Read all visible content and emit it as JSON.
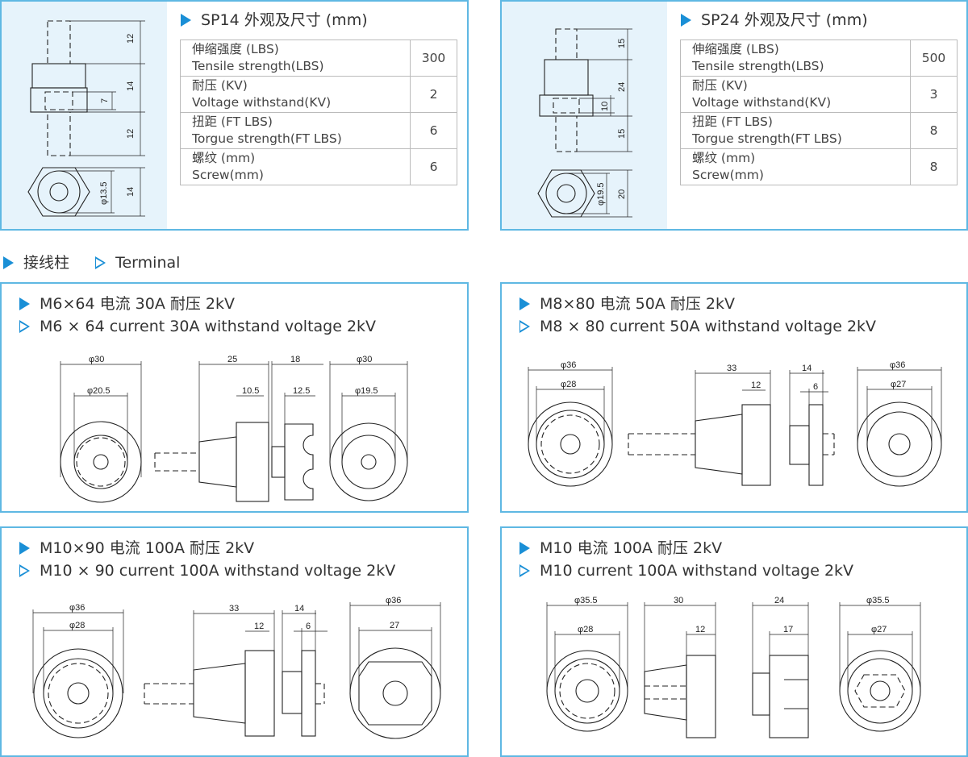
{
  "colors": {
    "accent": "#1a8fd6",
    "border": "#5fb8e3",
    "drawing_bg": "#e6f3fb"
  },
  "sp14": {
    "title": "SP14 外观及尺寸 (mm)",
    "rows": [
      {
        "cn": "伸缩强度 (LBS)",
        "en": "Tensile strength(LBS)",
        "value": "300"
      },
      {
        "cn": "耐压 (KV)",
        "en": "Voltage withstand(KV)",
        "value": "2"
      },
      {
        "cn": "扭距 (FT LBS)",
        "en": "Torgue strength(FT LBS)",
        "value": "6"
      },
      {
        "cn": "螺纹 (mm)",
        "en": "Screw(mm)",
        "value": "6"
      }
    ],
    "dims": {
      "top": "12",
      "mid": "14",
      "inner": "7",
      "bottom": "12",
      "dia": "φ13.5",
      "hex": "14"
    }
  },
  "sp24": {
    "title": "SP24 外观及尺寸 (mm)",
    "rows": [
      {
        "cn": "伸缩强度 (LBS)",
        "en": "Tensile strength(LBS)",
        "value": "500"
      },
      {
        "cn": "耐压 (KV)",
        "en": "Voltage withstand(KV)",
        "value": "3"
      },
      {
        "cn": "扭距 (FT LBS)",
        "en": "Torgue strength(FT LBS)",
        "value": "8"
      },
      {
        "cn": "螺纹 (mm)",
        "en": "Screw(mm)",
        "value": "8"
      }
    ],
    "dims": {
      "top": "15",
      "mid": "24",
      "inner": "10",
      "bottom": "15",
      "dia": "φ19.5",
      "hex": "20"
    }
  },
  "terminal_heading": {
    "cn": "接线柱",
    "en": "Terminal"
  },
  "terminals": [
    {
      "cn": "M6×64  电流 30A  耐压 2kV",
      "en": "M6 × 64 current 30A withstand voltage 2kV",
      "dims": [
        "φ30",
        "φ20.5",
        "25",
        "10.5",
        "18",
        "12.5",
        "φ30",
        "φ19.5"
      ]
    },
    {
      "cn": "M8×80  电流 50A  耐压 2kV",
      "en": "M8 × 80 current 50A withstand voltage 2kV",
      "dims": [
        "φ36",
        "φ28",
        "33",
        "12",
        "14",
        "6",
        "φ36",
        "φ27"
      ]
    },
    {
      "cn": "M10×90  电流 100A  耐压 2kV",
      "en": "M10 × 90 current 100A withstand voltage 2kV",
      "dims": [
        "φ36",
        "φ28",
        "33",
        "12",
        "14",
        "6",
        "φ36",
        "27"
      ]
    },
    {
      "cn": "M10  电流 100A  耐压 2kV",
      "en": "M10 current 100A withstand voltage 2kV",
      "dims": [
        "φ35.5",
        "φ28",
        "30",
        "12",
        "24",
        "17",
        "φ35.5",
        "φ27"
      ]
    }
  ]
}
